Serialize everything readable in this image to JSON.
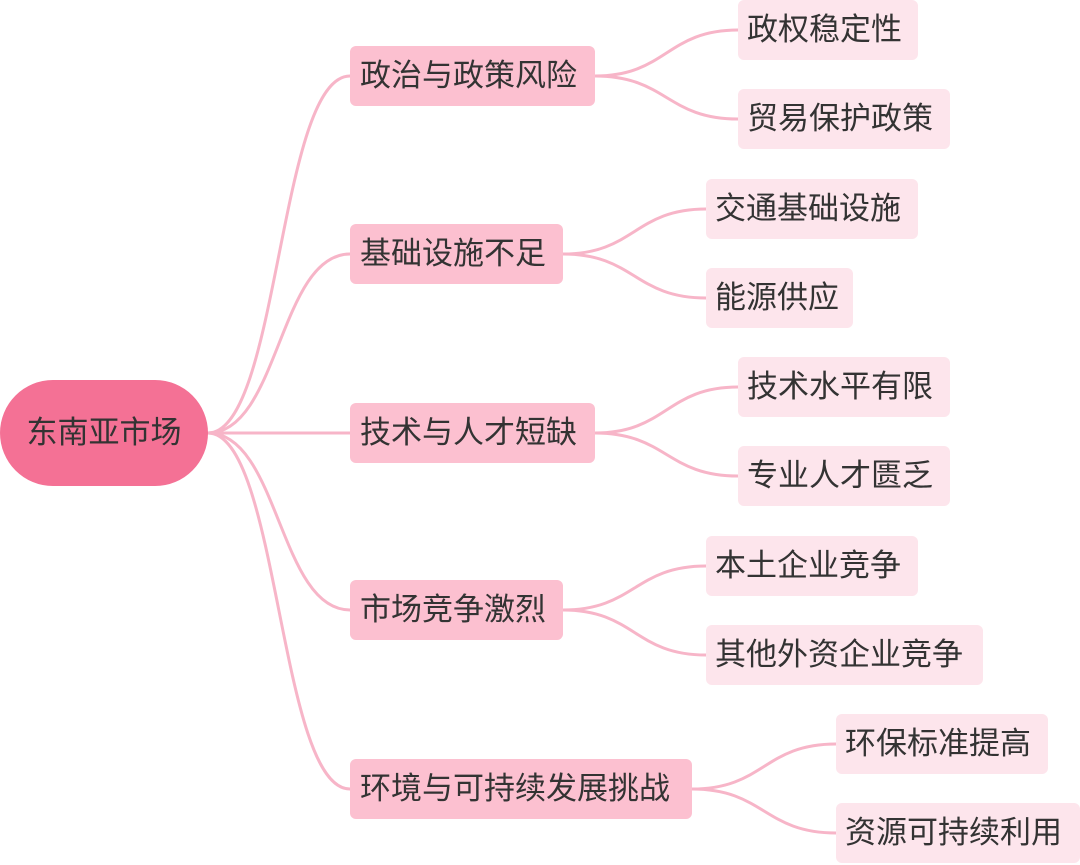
{
  "colors": {
    "root_fill": "#f47195",
    "branch_fill": "#fcc0d0",
    "leaf_fill": "#fde5ec",
    "connector": "#f7b5c8",
    "text": "#333333"
  },
  "root": {
    "label": "东南亚市场"
  },
  "branches": [
    {
      "label": "政治与政策风险",
      "children": [
        {
          "label": "政权稳定性"
        },
        {
          "label": "贸易保护政策"
        }
      ]
    },
    {
      "label": "基础设施不足",
      "children": [
        {
          "label": "交通基础设施"
        },
        {
          "label": "能源供应"
        }
      ]
    },
    {
      "label": "技术与人才短缺",
      "children": [
        {
          "label": "技术水平有限"
        },
        {
          "label": "专业人才匮乏"
        }
      ]
    },
    {
      "label": "市场竞争激烈",
      "children": [
        {
          "label": "本土企业竞争"
        },
        {
          "label": "其他外资企业竞争"
        }
      ]
    },
    {
      "label": "环境与可持续发展挑战",
      "children": [
        {
          "label": "环保标准提高"
        },
        {
          "label": "资源可持续利用"
        }
      ]
    }
  ]
}
